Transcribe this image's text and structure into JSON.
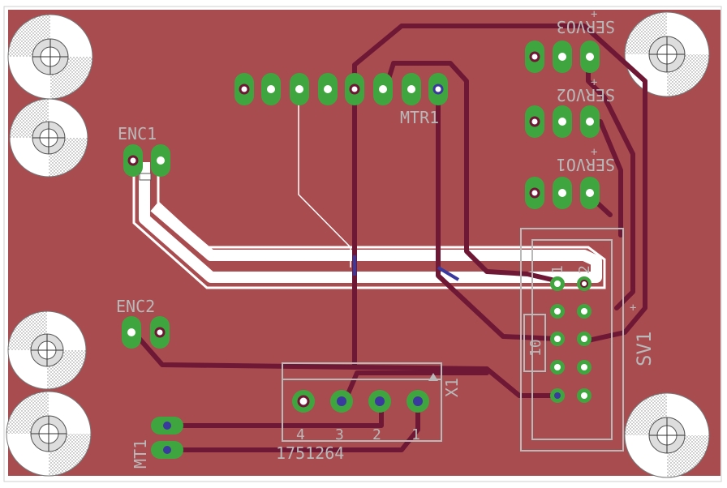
{
  "labels": {
    "enc1": "ENC1",
    "enc2": "ENC2",
    "mtr1": "MTR1",
    "servo1": "SERVO1",
    "servo2": "SERVO2",
    "servo3": "SERVO3",
    "sv1": "SV1",
    "x1": "X1",
    "mt1": "MT1",
    "x1_part": "1751264",
    "x1_pin1": "1",
    "x1_pin2": "2",
    "x1_pin3": "3",
    "x1_pin4": "4",
    "sv1_pin1": "1",
    "sv1_pin2": "2",
    "sv1_pin10": "10",
    "plus": "+"
  },
  "colors": {
    "board": "#a94c4f",
    "trace_top": "#6e1836",
    "trace_bottom": "#3a3a9e",
    "pad_ring": "#3fa63f",
    "pad_hole": "#ffffff",
    "silkscreen": "#b9b9b9",
    "dimension": "#cfcfcf"
  }
}
